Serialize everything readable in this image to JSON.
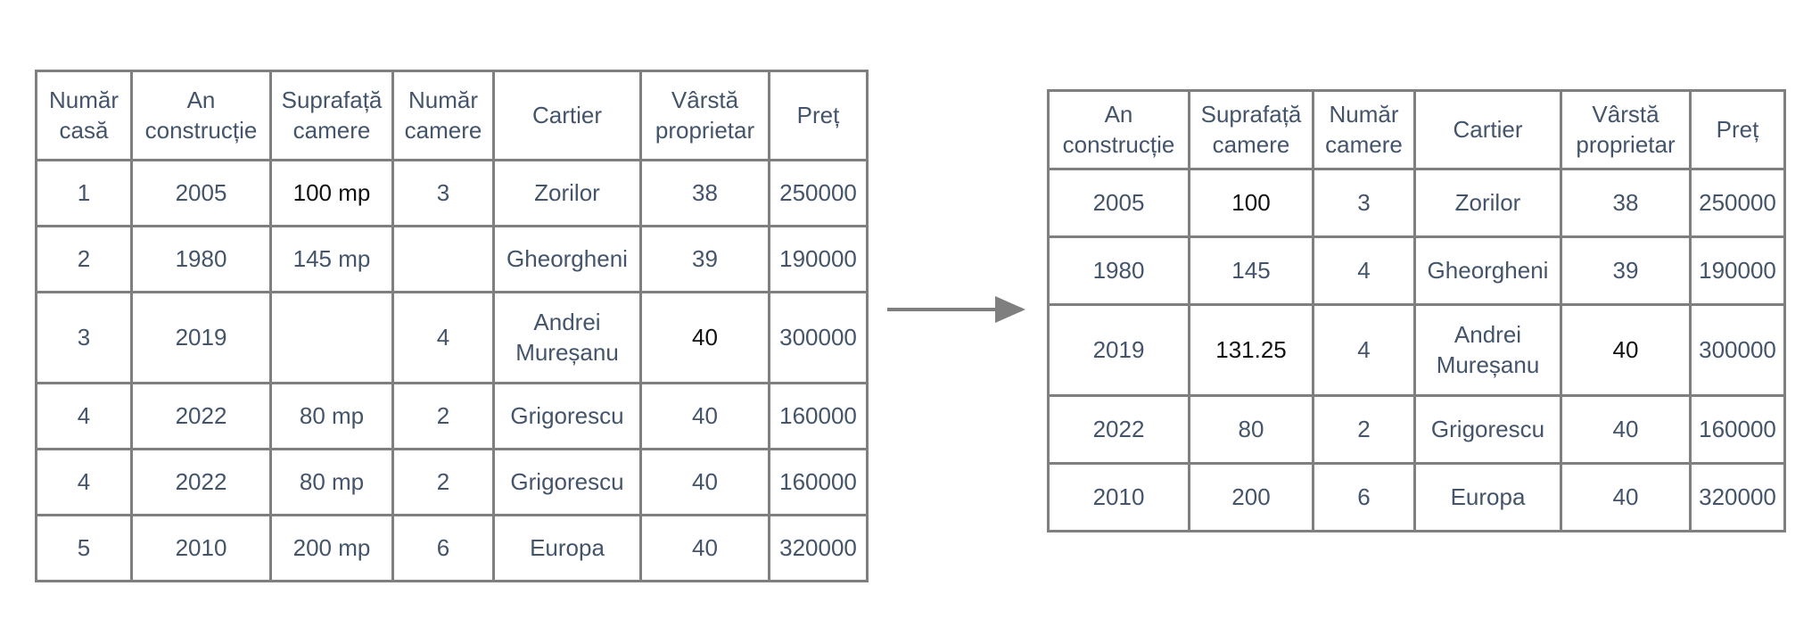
{
  "page": {
    "background": "#ffffff"
  },
  "colors": {
    "text_primary": "#44546a",
    "text_emphasis": "#111111",
    "border": "#7f7f7f",
    "arrow": "#7f7f7f"
  },
  "left_table": {
    "headers": [
      "Număr\ncasă",
      "An\nconstrucție",
      "Suprafață\ncamere",
      "Număr\ncamere",
      "Cartier",
      "Vârstă\nproprietar",
      "Preț"
    ],
    "rows": [
      [
        "1",
        "2005",
        "100 mp",
        "3",
        "Zorilor",
        "38",
        "250000"
      ],
      [
        "2",
        "1980",
        "145 mp",
        "",
        "Gheorgheni",
        "39",
        "190000"
      ],
      [
        "3",
        "2019",
        "",
        "4",
        "Andrei\nMureșanu",
        "40",
        "300000"
      ],
      [
        "4",
        "2022",
        "80 mp",
        "2",
        "Grigorescu",
        "40",
        "160000"
      ],
      [
        "4",
        "2022",
        "80 mp",
        "2",
        "Grigorescu",
        "40",
        "160000"
      ],
      [
        "5",
        "2010",
        "200 mp",
        "6",
        "Europa",
        "40",
        "320000"
      ]
    ],
    "emphasized_cells": [
      [
        0,
        2
      ],
      [
        2,
        5
      ]
    ]
  },
  "right_table": {
    "headers": [
      "An\nconstrucție",
      "Suprafață\ncamere",
      "Număr\ncamere",
      "Cartier",
      "Vârstă\nproprietar",
      "Preț"
    ],
    "rows": [
      [
        "2005",
        "100",
        "3",
        "Zorilor",
        "38",
        "250000"
      ],
      [
        "1980",
        "145",
        "4",
        "Gheorgheni",
        "39",
        "190000"
      ],
      [
        "2019",
        "131.25",
        "4",
        "Andrei\nMureșanu",
        "40",
        "300000"
      ],
      [
        "2022",
        "80",
        "2",
        "Grigorescu",
        "40",
        "160000"
      ],
      [
        "2010",
        "200",
        "6",
        "Europa",
        "40",
        "320000"
      ]
    ],
    "emphasized_cells": [
      [
        0,
        1
      ],
      [
        2,
        1
      ],
      [
        2,
        4
      ]
    ]
  }
}
